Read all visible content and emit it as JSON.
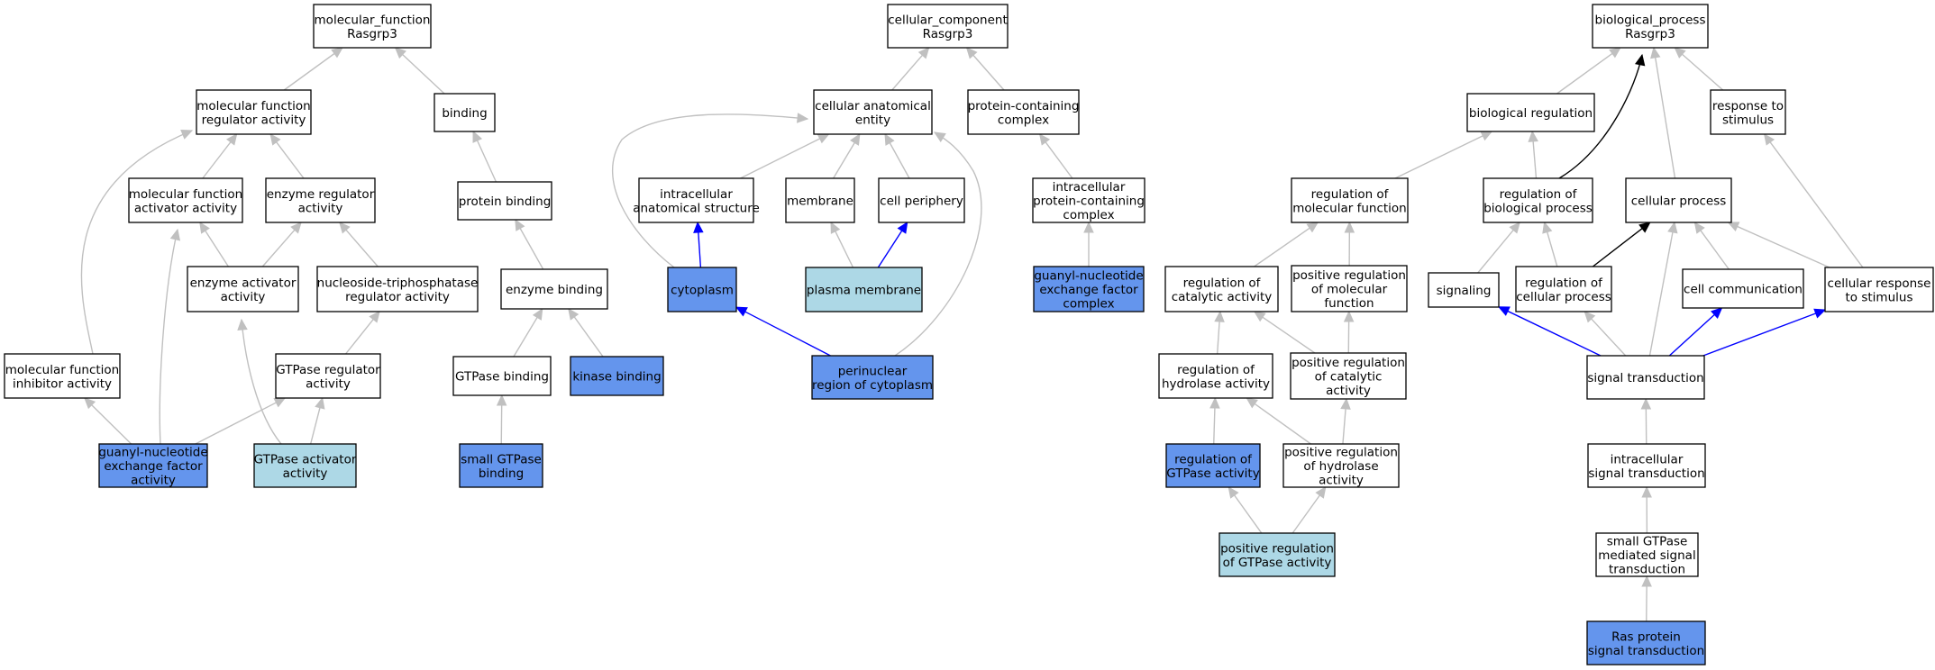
{
  "colors": {
    "plain": "#ffffff",
    "annotated": "#6495ed",
    "light": "#add8e6",
    "edge_grey": "#c0c0c0",
    "edge_blue": "#0000ff",
    "edge_black": "#000000"
  },
  "nodes": {
    "mf_root": {
      "lines": [
        "molecular_function",
        "Rasgrp3"
      ],
      "fill": "plain"
    },
    "mf_reg": {
      "lines": [
        "molecular function",
        "regulator activity"
      ],
      "fill": "plain"
    },
    "binding": {
      "lines": [
        "binding"
      ],
      "fill": "plain"
    },
    "mf_act": {
      "lines": [
        "molecular function",
        "activator activity"
      ],
      "fill": "plain"
    },
    "enz_reg": {
      "lines": [
        "enzyme regulator",
        "activity"
      ],
      "fill": "plain"
    },
    "prot_bind": {
      "lines": [
        "protein binding"
      ],
      "fill": "plain"
    },
    "enz_act": {
      "lines": [
        "enzyme activator",
        "activity"
      ],
      "fill": "plain"
    },
    "ntp_reg": {
      "lines": [
        "nucleoside-triphosphatase",
        "regulator activity"
      ],
      "fill": "plain"
    },
    "enz_bind": {
      "lines": [
        "enzyme binding"
      ],
      "fill": "plain"
    },
    "mf_inh": {
      "lines": [
        "molecular function",
        "inhibitor activity"
      ],
      "fill": "plain"
    },
    "gtpase_reg": {
      "lines": [
        "GTPase regulator",
        "activity"
      ],
      "fill": "plain"
    },
    "gtpase_bind": {
      "lines": [
        "GTPase binding"
      ],
      "fill": "plain"
    },
    "kinase_bind": {
      "lines": [
        "kinase binding"
      ],
      "fill": "annotated"
    },
    "gef_act": {
      "lines": [
        "guanyl-nucleotide",
        "exchange factor",
        "activity"
      ],
      "fill": "annotated"
    },
    "gap_act": {
      "lines": [
        "GTPase activator",
        "activity"
      ],
      "fill": "light"
    },
    "small_gtpase_bind": {
      "lines": [
        "small GTPase",
        "binding"
      ],
      "fill": "annotated"
    },
    "cc_root": {
      "lines": [
        "cellular_component",
        "Rasgrp3"
      ],
      "fill": "plain"
    },
    "cae": {
      "lines": [
        "cellular anatomical",
        "entity"
      ],
      "fill": "plain"
    },
    "pcc": {
      "lines": [
        "protein-containing",
        "complex"
      ],
      "fill": "plain"
    },
    "ias": {
      "lines": [
        "intracellular",
        "anatomical structure"
      ],
      "fill": "plain"
    },
    "membrane": {
      "lines": [
        "membrane"
      ],
      "fill": "plain"
    },
    "cell_periph": {
      "lines": [
        "cell periphery"
      ],
      "fill": "plain"
    },
    "ipcc": {
      "lines": [
        "intracellular",
        "protein-containing",
        "complex"
      ],
      "fill": "plain"
    },
    "cytoplasm": {
      "lines": [
        "cytoplasm"
      ],
      "fill": "annotated"
    },
    "plasma_mem": {
      "lines": [
        "plasma membrane"
      ],
      "fill": "light"
    },
    "gef_complex": {
      "lines": [
        "guanyl-nucleotide",
        "exchange factor",
        "complex"
      ],
      "fill": "annotated"
    },
    "perinuclear": {
      "lines": [
        "perinuclear",
        "region of cytoplasm"
      ],
      "fill": "annotated"
    },
    "bp_root": {
      "lines": [
        "biological_process",
        "Rasgrp3"
      ],
      "fill": "plain"
    },
    "bio_reg": {
      "lines": [
        "biological regulation"
      ],
      "fill": "plain"
    },
    "resp_stim": {
      "lines": [
        "response to",
        "stimulus"
      ],
      "fill": "plain"
    },
    "reg_mf": {
      "lines": [
        "regulation of",
        "molecular function"
      ],
      "fill": "plain"
    },
    "reg_bp": {
      "lines": [
        "regulation of",
        "biological process"
      ],
      "fill": "plain"
    },
    "cell_proc": {
      "lines": [
        "cellular process"
      ],
      "fill": "plain"
    },
    "reg_cat": {
      "lines": [
        "regulation of",
        "catalytic activity"
      ],
      "fill": "plain"
    },
    "pos_reg_mf": {
      "lines": [
        "positive regulation",
        "of molecular",
        "function"
      ],
      "fill": "plain"
    },
    "signaling": {
      "lines": [
        "signaling"
      ],
      "fill": "plain"
    },
    "reg_cp": {
      "lines": [
        "regulation of",
        "cellular process"
      ],
      "fill": "plain"
    },
    "cell_comm": {
      "lines": [
        "cell communication"
      ],
      "fill": "plain"
    },
    "cell_resp": {
      "lines": [
        "cellular response",
        "to stimulus"
      ],
      "fill": "plain"
    },
    "reg_hyd": {
      "lines": [
        "regulation of",
        "hydrolase activity"
      ],
      "fill": "plain"
    },
    "pos_reg_cat": {
      "lines": [
        "positive regulation",
        "of catalytic",
        "activity"
      ],
      "fill": "plain"
    },
    "sig_trans": {
      "lines": [
        "signal transduction"
      ],
      "fill": "plain"
    },
    "reg_gtpase": {
      "lines": [
        "regulation of",
        "GTPase activity"
      ],
      "fill": "annotated"
    },
    "pos_reg_hyd": {
      "lines": [
        "positive regulation",
        "of hydrolase",
        "activity"
      ],
      "fill": "plain"
    },
    "intra_sig": {
      "lines": [
        "intracellular",
        "signal transduction"
      ],
      "fill": "plain"
    },
    "pos_reg_gtpase": {
      "lines": [
        "positive regulation",
        "of GTPase activity"
      ],
      "fill": "light"
    },
    "small_gtpase_sig": {
      "lines": [
        "small GTPase",
        "mediated signal",
        "transduction"
      ],
      "fill": "plain"
    },
    "ras_sig": {
      "lines": [
        "Ras protein",
        "signal transduction"
      ],
      "fill": "annotated"
    }
  },
  "edges": [
    {
      "from": "mf_reg",
      "to": "mf_root",
      "color": "edge_grey"
    },
    {
      "from": "binding",
      "to": "mf_root",
      "color": "edge_grey"
    },
    {
      "from": "mf_act",
      "to": "mf_reg",
      "color": "edge_grey"
    },
    {
      "from": "enz_reg",
      "to": "mf_reg",
      "color": "edge_grey"
    },
    {
      "from": "mf_inh",
      "to": "mf_reg",
      "color": "edge_grey"
    },
    {
      "from": "prot_bind",
      "to": "binding",
      "color": "edge_grey"
    },
    {
      "from": "enz_act",
      "to": "mf_act",
      "color": "edge_grey"
    },
    {
      "from": "enz_act",
      "to": "enz_reg",
      "color": "edge_grey"
    },
    {
      "from": "ntp_reg",
      "to": "enz_reg",
      "color": "edge_grey"
    },
    {
      "from": "enz_bind",
      "to": "prot_bind",
      "color": "edge_grey"
    },
    {
      "from": "gtpase_reg",
      "to": "ntp_reg",
      "color": "edge_grey"
    },
    {
      "from": "gtpase_bind",
      "to": "enz_bind",
      "color": "edge_grey"
    },
    {
      "from": "kinase_bind",
      "to": "enz_bind",
      "color": "edge_grey"
    },
    {
      "from": "gef_act",
      "to": "mf_inh",
      "color": "edge_grey"
    },
    {
      "from": "gef_act",
      "to": "mf_act",
      "color": "edge_grey"
    },
    {
      "from": "gef_act",
      "to": "gtpase_reg",
      "color": "edge_grey"
    },
    {
      "from": "gap_act",
      "to": "enz_act",
      "color": "edge_grey"
    },
    {
      "from": "gap_act",
      "to": "gtpase_reg",
      "color": "edge_grey"
    },
    {
      "from": "small_gtpase_bind",
      "to": "gtpase_bind",
      "color": "edge_grey"
    },
    {
      "from": "cae",
      "to": "cc_root",
      "color": "edge_grey"
    },
    {
      "from": "pcc",
      "to": "cc_root",
      "color": "edge_grey"
    },
    {
      "from": "ias",
      "to": "cae",
      "color": "edge_grey"
    },
    {
      "from": "membrane",
      "to": "cae",
      "color": "edge_grey"
    },
    {
      "from": "cell_periph",
      "to": "cae",
      "color": "edge_grey"
    },
    {
      "from": "ipcc",
      "to": "pcc",
      "color": "edge_grey"
    },
    {
      "from": "cytoplasm",
      "to": "ias",
      "color": "edge_blue"
    },
    {
      "from": "cytoplasm",
      "to": "cae",
      "color": "edge_grey"
    },
    {
      "from": "plasma_mem",
      "to": "membrane",
      "color": "edge_grey"
    },
    {
      "from": "plasma_mem",
      "to": "cell_periph",
      "color": "edge_blue"
    },
    {
      "from": "gef_complex",
      "to": "ipcc",
      "color": "edge_grey"
    },
    {
      "from": "perinuclear",
      "to": "cytoplasm",
      "color": "edge_blue"
    },
    {
      "from": "perinuclear",
      "to": "cae",
      "color": "edge_grey"
    },
    {
      "from": "bio_reg",
      "to": "bp_root",
      "color": "edge_grey"
    },
    {
      "from": "resp_stim",
      "to": "bp_root",
      "color": "edge_grey"
    },
    {
      "from": "cell_proc",
      "to": "bp_root",
      "color": "edge_grey"
    },
    {
      "from": "reg_bp",
      "to": "bp_root",
      "color": "edge_black"
    },
    {
      "from": "reg_mf",
      "to": "bio_reg",
      "color": "edge_grey"
    },
    {
      "from": "reg_bp",
      "to": "bio_reg",
      "color": "edge_grey"
    },
    {
      "from": "reg_cat",
      "to": "reg_mf",
      "color": "edge_grey"
    },
    {
      "from": "pos_reg_mf",
      "to": "reg_mf",
      "color": "edge_grey"
    },
    {
      "from": "signaling",
      "to": "reg_bp",
      "color": "edge_grey"
    },
    {
      "from": "reg_cp",
      "to": "reg_bp",
      "color": "edge_grey"
    },
    {
      "from": "reg_cp",
      "to": "cell_proc",
      "color": "edge_black"
    },
    {
      "from": "cell_comm",
      "to": "cell_proc",
      "color": "edge_grey"
    },
    {
      "from": "cell_resp",
      "to": "cell_proc",
      "color": "edge_grey"
    },
    {
      "from": "cell_resp",
      "to": "resp_stim",
      "color": "edge_grey"
    },
    {
      "from": "reg_hyd",
      "to": "reg_cat",
      "color": "edge_grey"
    },
    {
      "from": "pos_reg_cat",
      "to": "reg_cat",
      "color": "edge_grey"
    },
    {
      "from": "pos_reg_cat",
      "to": "pos_reg_mf",
      "color": "edge_grey"
    },
    {
      "from": "sig_trans",
      "to": "signaling",
      "color": "edge_blue"
    },
    {
      "from": "sig_trans",
      "to": "reg_cp",
      "color": "edge_grey"
    },
    {
      "from": "sig_trans",
      "to": "cell_proc",
      "color": "edge_grey"
    },
    {
      "from": "sig_trans",
      "to": "cell_comm",
      "color": "edge_blue"
    },
    {
      "from": "sig_trans",
      "to": "cell_resp",
      "color": "edge_blue"
    },
    {
      "from": "reg_gtpase",
      "to": "reg_hyd",
      "color": "edge_grey"
    },
    {
      "from": "pos_reg_hyd",
      "to": "reg_hyd",
      "color": "edge_grey"
    },
    {
      "from": "pos_reg_hyd",
      "to": "pos_reg_cat",
      "color": "edge_grey"
    },
    {
      "from": "intra_sig",
      "to": "sig_trans",
      "color": "edge_grey"
    },
    {
      "from": "pos_reg_gtpase",
      "to": "reg_gtpase",
      "color": "edge_grey"
    },
    {
      "from": "pos_reg_gtpase",
      "to": "pos_reg_hyd",
      "color": "edge_grey"
    },
    {
      "from": "small_gtpase_sig",
      "to": "intra_sig",
      "color": "edge_grey"
    },
    {
      "from": "ras_sig",
      "to": "small_gtpase_sig",
      "color": "edge_grey"
    }
  ]
}
